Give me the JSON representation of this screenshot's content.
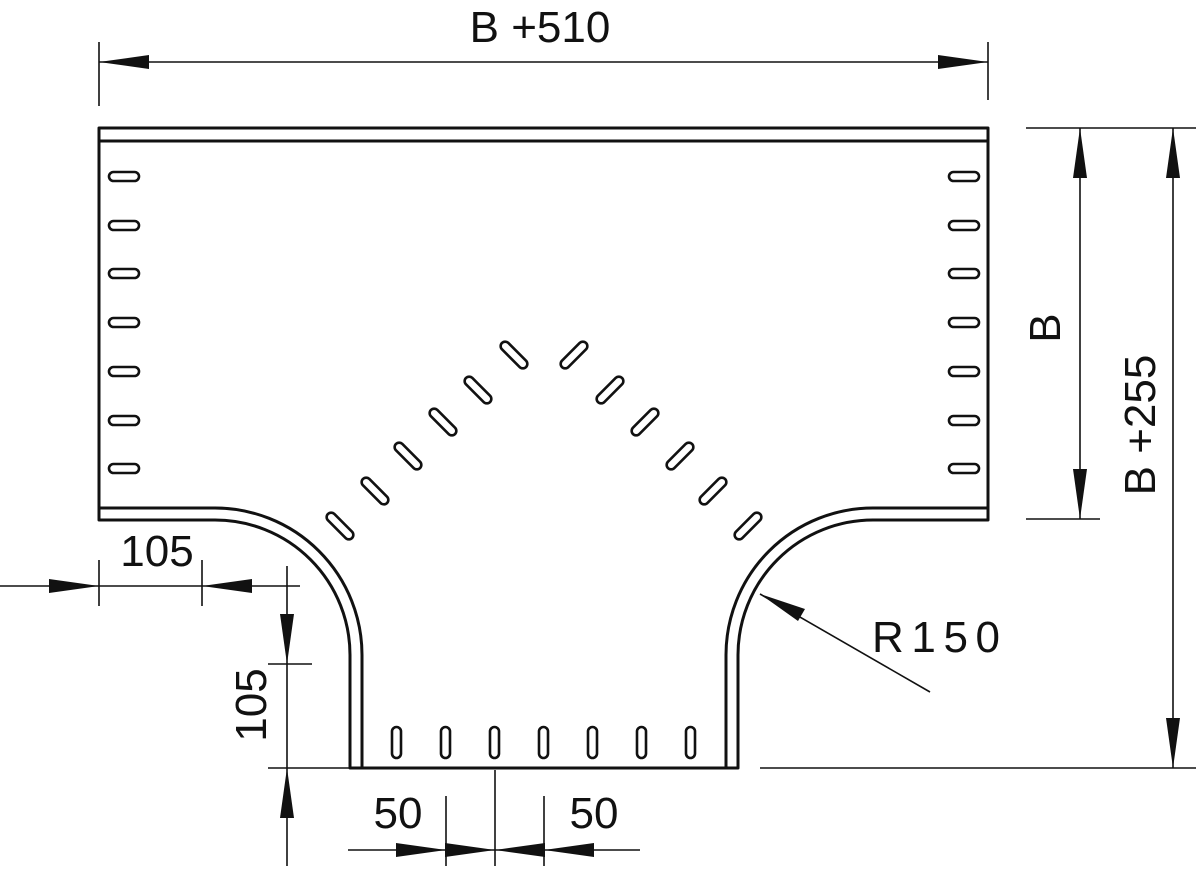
{
  "dimensions": {
    "top_width": "B +510",
    "side_height_inner": "B",
    "side_height_total": "B +255",
    "left_offset_horizontal": "105",
    "left_offset_vertical": "105",
    "bottom_spacing_left": "50",
    "bottom_spacing_right": "50",
    "radius": "R150"
  },
  "colors": {
    "line": "#111111",
    "background": "#ffffff"
  }
}
